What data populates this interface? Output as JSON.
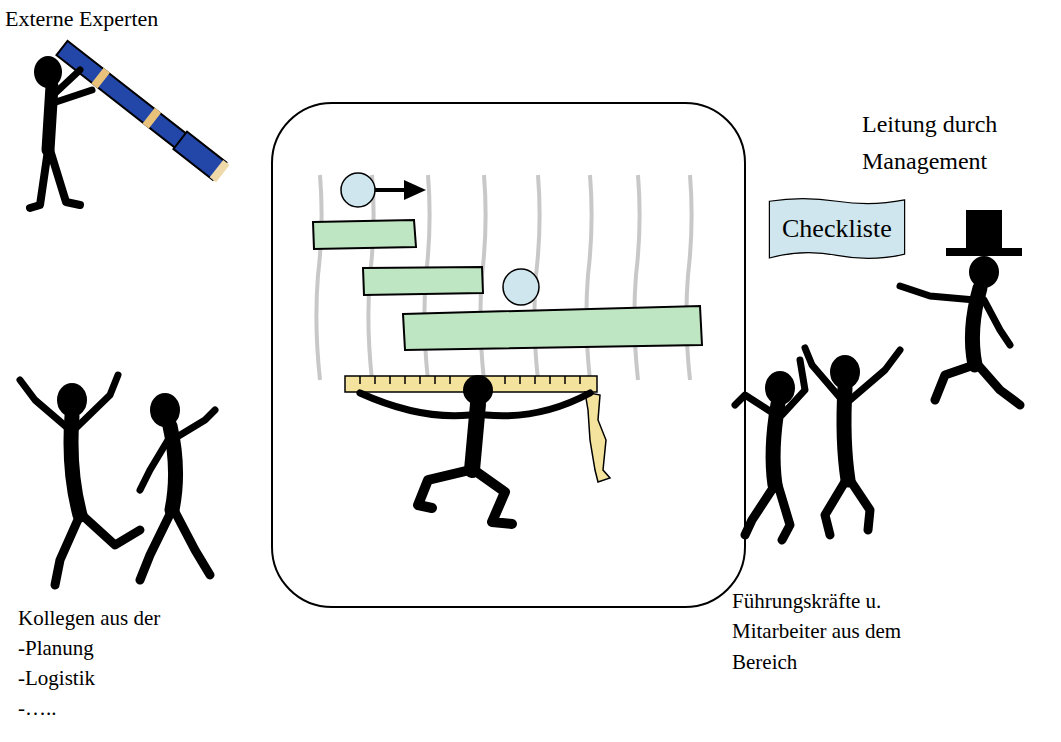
{
  "diagram": {
    "nodes": [
      {
        "text": [
          "Checkliste"
        ]
      }
    ],
    "labels": [
      "Externe Experten",
      "Leitung durch Management",
      "Kollegen aus der",
      "-Planung",
      "-Logistik",
      "-…..",
      "Führungskräfte u. Mitarbeiter aus dem Bereich"
    ]
  }
}
